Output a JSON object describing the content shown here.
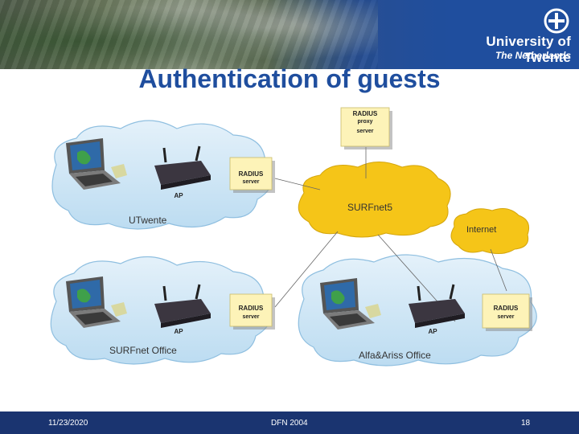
{
  "header": {
    "university": "University of Twente",
    "country": "The Netherlands"
  },
  "slide": {
    "title": "Authentication of guests"
  },
  "diagram": {
    "radius_proxy": [
      "RADIUS",
      "proxy",
      "server"
    ],
    "radius_server": [
      "RADIUS",
      "server"
    ],
    "ap_label": "AP",
    "networks": {
      "utwente": "UTwente",
      "surfnet5": "SURFnet5",
      "internet": "Internet",
      "surfnet_office": "SURFnet Office",
      "alfa_ariss": "Alfa&Ariss Office"
    }
  },
  "footer": {
    "date": "11/23/2020",
    "event": "DFN 2004",
    "page": "18"
  },
  "colors": {
    "title_blue": "#1f4e9e",
    "cloud_blue": "#cfe6f5",
    "cloud_yellow": "#f5c518",
    "server_box": "#fdf3b8",
    "footer": "#1a3470"
  }
}
